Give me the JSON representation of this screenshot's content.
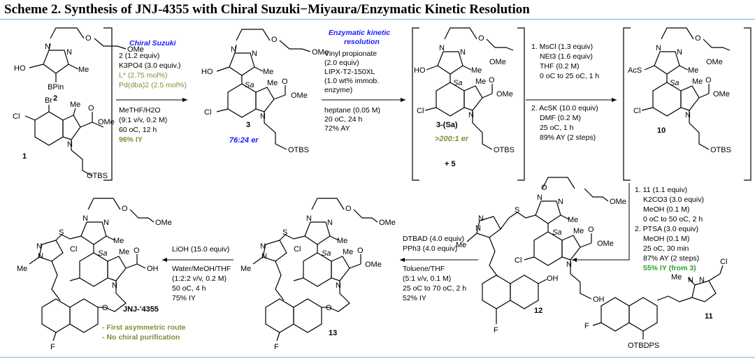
{
  "title": "Scheme 2. Synthesis of JNJ-4355 with Chiral Suzuki−Miyaura/Enzymatic Kinetic Resolution",
  "colors": {
    "blue": "#1a1aff",
    "olive": "#8a8a3a",
    "green": "#2e9e2e",
    "rule": "#7fb0d6"
  },
  "atoms": {
    "OMe": "OMe",
    "O": "O",
    "N": "N",
    "HO": "HO",
    "OH": "OH",
    "Me": "Me",
    "BPin": "BPin",
    "Br": "Br",
    "Cl": "Cl",
    "F": "F",
    "S": "S",
    "AcS": "AcS",
    "Sa": "Sa",
    "OTBS": "OTBS",
    "OTBDPS": "OTBDPS"
  },
  "compounds": {
    "c2": "2",
    "c1": "1",
    "c3": "3",
    "c3sa": "3-(Sa)",
    "plus5": "+ 5",
    "c10": "10",
    "c11": "11",
    "c12": "12",
    "c13": "13",
    "jnj": "JNJ-'4355"
  },
  "step1": {
    "header": "Chiral Suzuki",
    "lines": [
      "2 (1.2 equiv)",
      "K3PO4 (3.0 equiv.)",
      "L* (2.75 mol%)",
      "Pd(dba)2 (2.5 mol%)",
      "MeTHF/H2O",
      "(9:1 v/v, 0.2 M)",
      "60 oC, 12 h",
      "96% IY"
    ]
  },
  "er1": "76:24 er",
  "step2": {
    "header1": "Enzymatic kinetic",
    "header2": "resolution",
    "lines": [
      "Vinyl propionate",
      "(2.0 equiv)",
      "LIPX-T2-150XL",
      "(1.0 wt% immob.",
      "enzyme)",
      "heptane (0.05 M)",
      "20 oC, 24 h",
      "72% AY"
    ]
  },
  "er2": ">200:1 er",
  "step3": {
    "lines": [
      "1. MsCl (1.3 equiv)",
      "NEt3 (1.6 equiv)",
      "THF (0.2 M)",
      "0 oC to 25 oC, 1 h",
      "2. AcSK (10.0 equiv)",
      "DMF (0.2 M)",
      "25 oC, 1 h",
      "89% AY (2 steps)"
    ]
  },
  "step4": {
    "lines": [
      "1. 11 (1.1 equiv)",
      "K2CO3 (3.0 equiv)",
      "MeOH (0.1 M)",
      "0 oC to 50 oC, 2 h",
      "2. PTSA (3.0 equiv)",
      "MeOH (0.1 M)",
      "25 oC, 30 min",
      "87% AY (2 steps)",
      "55% IY (from 3)"
    ]
  },
  "step5": {
    "lines": [
      "DTBAD (4.0 equiv)",
      "PPh3 (4.0 equiv)",
      "Toluene/THF",
      "(5:1 v/v, 0.1 M)",
      "25 oC to 70 oC, 2 h",
      "52% IY"
    ]
  },
  "step6": {
    "lines": [
      "LiOH (15.0 equiv)",
      "Water/MeOH/THF",
      "(1:2:2 v/v, 0.2 M)",
      "50 oC, 4 h",
      "75% IY"
    ]
  },
  "notes": [
    "- First asymmetric route",
    "- No chiral purification"
  ]
}
